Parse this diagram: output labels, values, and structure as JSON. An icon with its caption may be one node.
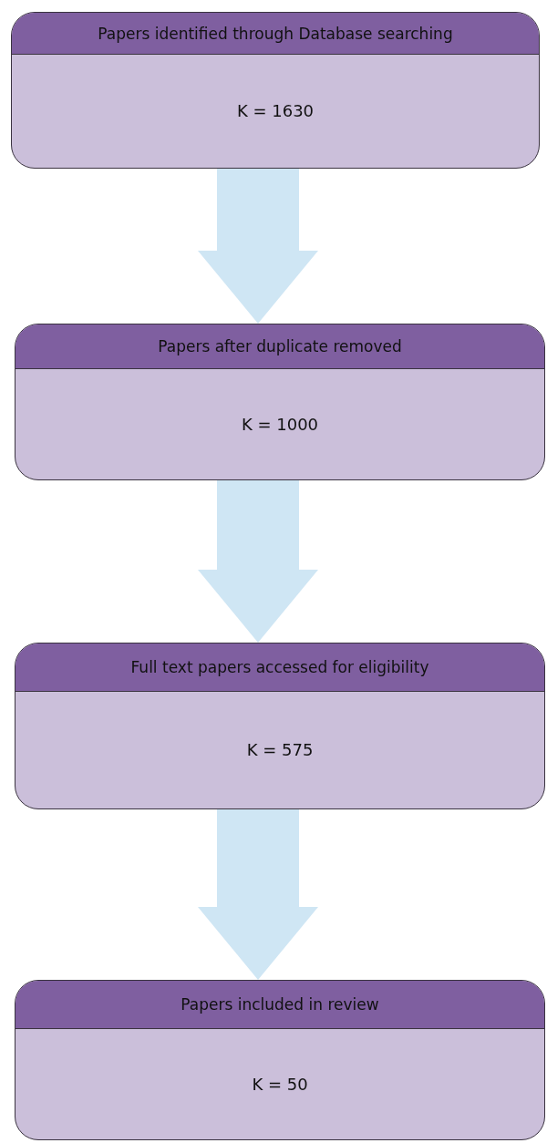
{
  "diagram": {
    "nodes": [
      {
        "text": [
          "Papers identified through Database searching",
          "K = 1630"
        ]
      },
      {
        "text": [
          "Papers after duplicate removed",
          "K = 1000"
        ]
      },
      {
        "text": [
          "Full text papers accessed for eligibility",
          "K = 575"
        ]
      },
      {
        "text": [
          "Papers included in review",
          "K = 50"
        ]
      }
    ],
    "edges": [
      {
        "from": 0,
        "to": 1,
        "arrow": "to"
      },
      {
        "from": 1,
        "to": 2,
        "arrow": "to"
      },
      {
        "from": 2,
        "to": 3,
        "arrow": "to"
      }
    ]
  }
}
